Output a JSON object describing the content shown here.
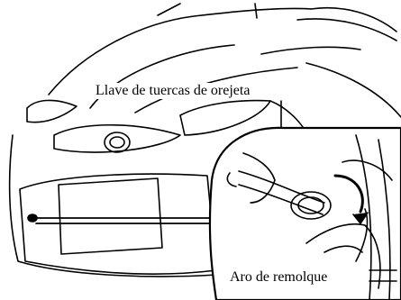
{
  "labels": {
    "lug_wrench": "Llave de tuercas de orejeta",
    "towing_eye": "Aro de remolque"
  },
  "colors": {
    "line": "#000000",
    "background": "#ffffff"
  },
  "icons": [
    "car-front-illustration",
    "towing-eye-detail-callout",
    "leader-line"
  ]
}
